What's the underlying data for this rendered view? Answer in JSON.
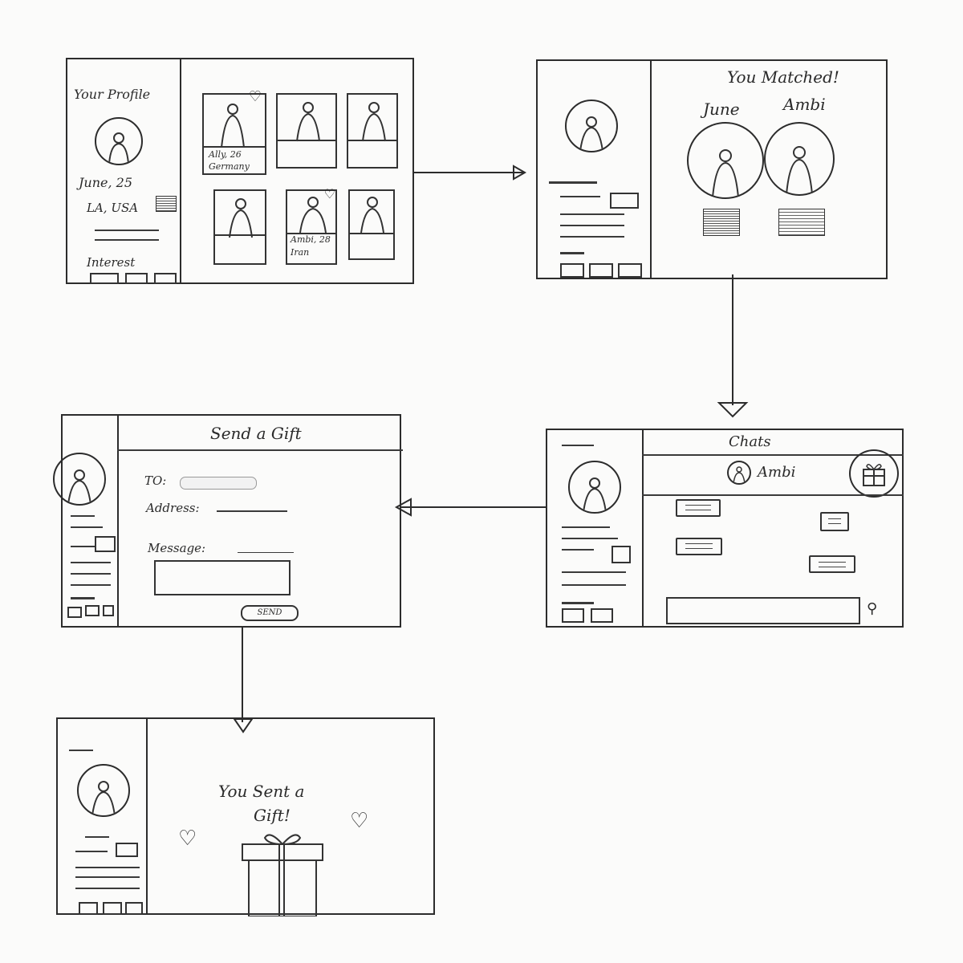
{
  "profile_screen": {
    "title": "Your Profile",
    "name_age": "June, 25",
    "location": "LA, USA",
    "interest_label": "Interest",
    "cards": [
      {
        "caption_line1": "Ally, 26",
        "caption_line2": "Germany"
      },
      {
        "caption_line1": "",
        "caption_line2": ""
      },
      {
        "caption_line1": "",
        "caption_line2": ""
      },
      {
        "caption_line1": "",
        "caption_line2": ""
      },
      {
        "caption_line1": "Ambi, 28",
        "caption_line2": "Iran"
      },
      {
        "caption_line1": "",
        "caption_line2": ""
      }
    ]
  },
  "match_screen": {
    "title": "You Matched!",
    "left_name": "June",
    "right_name": "Ambi"
  },
  "chat_screen": {
    "title": "Chats",
    "contact": "Ambi"
  },
  "gift_screen": {
    "title": "Send a Gift",
    "to_label": "TO:",
    "address_label": "Address:",
    "message_label": "Message:",
    "send_label": "SEND"
  },
  "sent_screen": {
    "title_line1": "You Sent a",
    "title_line2": "Gift!"
  }
}
